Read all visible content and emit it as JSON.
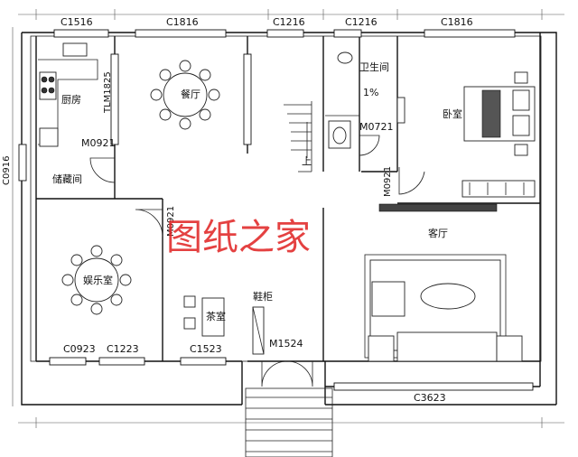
{
  "plan": {
    "windows": {
      "c1516": "C1516",
      "c1816_top": "C1816",
      "c1216_a": "C1216",
      "c1216_b": "C1216",
      "c1816_right": "C1816",
      "c0916": "C0916",
      "tlm1825": "TLM1825",
      "c0923": "C0923",
      "c1223": "C1223",
      "c1523": "C1523",
      "c3623": "C3623"
    },
    "doors": {
      "m0921_storage": "M0921",
      "m0721": "M0721",
      "m0921_right": "M0921",
      "m0921_tea": "M0921",
      "m1524": "M1524"
    },
    "rooms": {
      "kitchen": "厨房",
      "dining": "餐厅",
      "bathroom": "卫生间",
      "bedroom": "卧室",
      "storage": "储藏间",
      "entertainment": "娱乐室",
      "tea_room": "茶室",
      "living": "客厅",
      "shoe_cabinet": "鞋柜"
    },
    "annotations": {
      "slope": "1%",
      "stairs_up": "上"
    },
    "watermark": "图纸之家"
  }
}
